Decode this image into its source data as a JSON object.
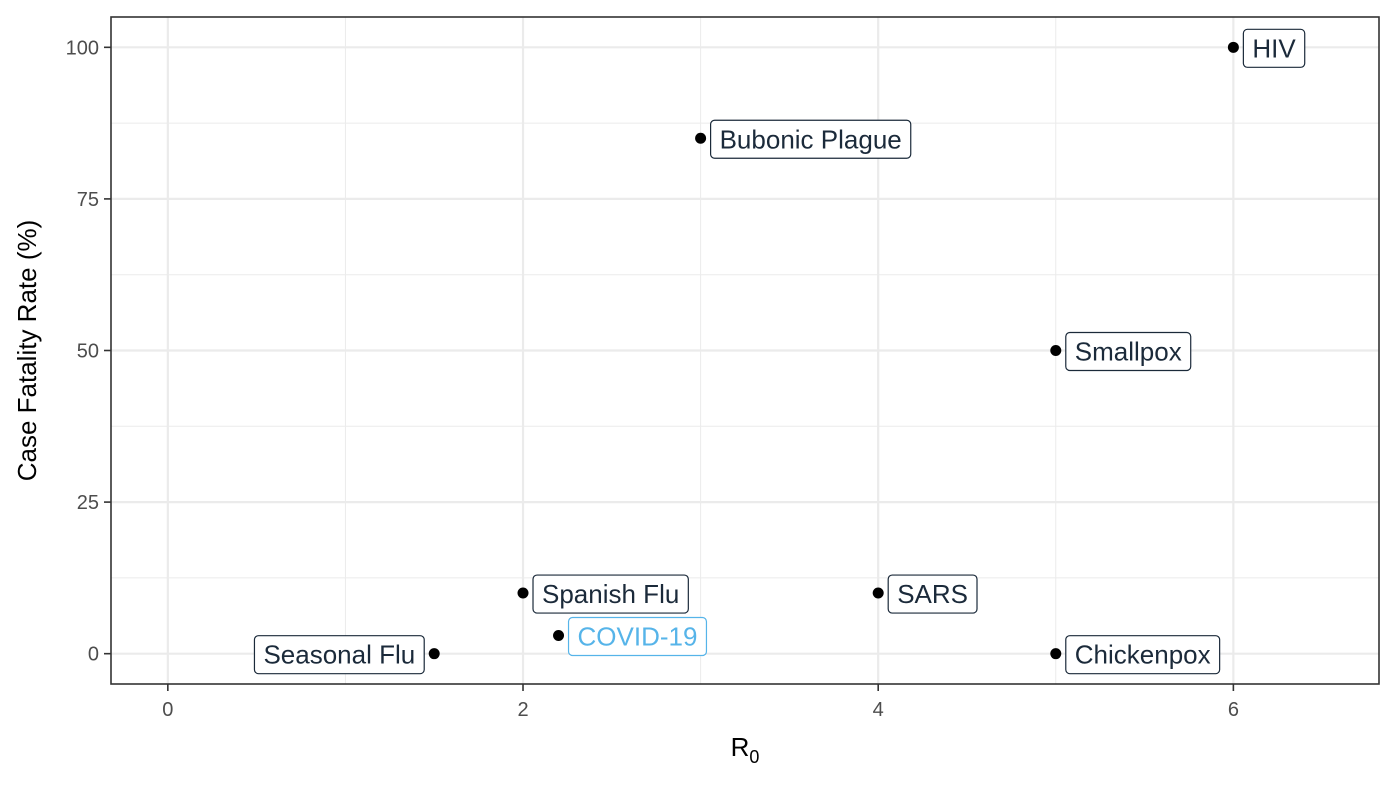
{
  "chart_data": {
    "type": "scatter",
    "xlabel": "R",
    "xlabel_subscript": "0",
    "ylabel": "Case Fatality Rate (%)",
    "xlim": [
      -0.32,
      6.82
    ],
    "ylim": [
      -5,
      105
    ],
    "x_ticks": [
      0,
      2,
      4,
      6
    ],
    "x_tick_labels": [
      "0",
      "2",
      "4",
      "6"
    ],
    "y_ticks": [
      0,
      25,
      50,
      75,
      100
    ],
    "y_tick_labels": [
      "0",
      "25",
      "50",
      "75",
      "100"
    ],
    "grid": true,
    "colors": {
      "default_label": "#1b2a3a",
      "highlight_label": "#56b4e9",
      "point": "#000000",
      "grid": "#ebebeb",
      "panel_border": "#333333"
    },
    "points": [
      {
        "label": "HIV",
        "x": 6,
        "y": 100,
        "highlight": false,
        "side": "right"
      },
      {
        "label": "Bubonic Plague",
        "x": 3,
        "y": 85,
        "highlight": false,
        "side": "right"
      },
      {
        "label": "Smallpox",
        "x": 5,
        "y": 50,
        "highlight": false,
        "side": "right"
      },
      {
        "label": "Spanish Flu",
        "x": 2,
        "y": 10,
        "highlight": false,
        "side": "right"
      },
      {
        "label": "SARS",
        "x": 4,
        "y": 10,
        "highlight": false,
        "side": "right"
      },
      {
        "label": "COVID-19",
        "x": 2.2,
        "y": 3,
        "highlight": true,
        "side": "right"
      },
      {
        "label": "Seasonal Flu",
        "x": 1.5,
        "y": 0,
        "highlight": false,
        "side": "left"
      },
      {
        "label": "Chickenpox",
        "x": 5,
        "y": 0,
        "highlight": false,
        "side": "right"
      }
    ]
  }
}
